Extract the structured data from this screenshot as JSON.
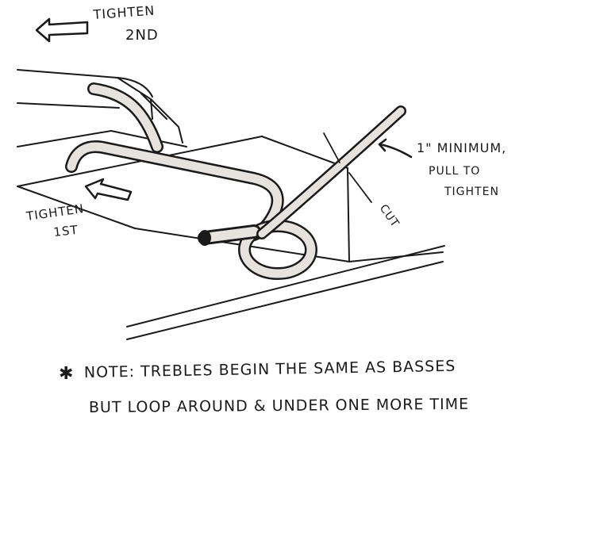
{
  "labels": {
    "tighten_second": {
      "line1": "TIGHTEN",
      "line2": "2ND"
    },
    "tighten_first": {
      "line1": "TIGHTEN",
      "line2": "1ST"
    },
    "minimum": {
      "line1": "1\" MINIMUM,",
      "line2": "PULL TO",
      "line3": "TIGHTEN"
    },
    "cut": "CUT"
  },
  "note": {
    "star": "✱",
    "line1": "NOTE: TREBLES BEGIN THE SAME AS BASSES",
    "line2": "BUT LOOP AROUND & UNDER ONE MORE TIME"
  },
  "colors": {
    "ink": "#1a1a1a",
    "string": "#e6e3de",
    "background": "#ffffff"
  }
}
